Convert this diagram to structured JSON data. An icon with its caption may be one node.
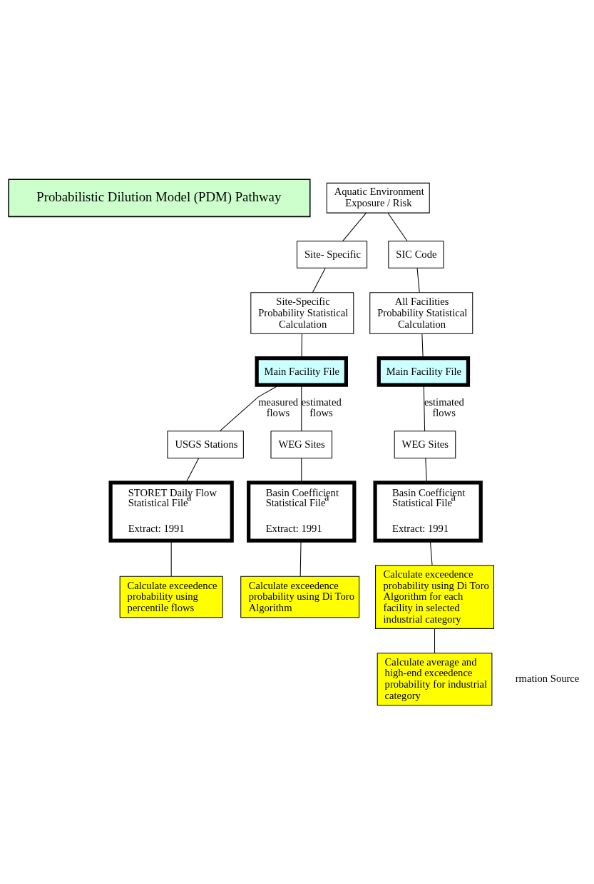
{
  "diagram": {
    "nodes": [
      {
        "text": [
          "Probabilistic Dilution Model (PDM) Pathway"
        ]
      },
      {
        "text": [
          "Aquatic Environment Exposure / Risk"
        ]
      },
      {
        "text": [
          "Site- Specific"
        ]
      },
      {
        "text": [
          "SIC Code"
        ]
      },
      {
        "text": [
          "Site-Specific Probability Statistical Calculation"
        ]
      },
      {
        "text": [
          "All Facilities Probability Statistical Calculation"
        ]
      },
      {
        "text": [
          "Main Facility File"
        ]
      },
      {
        "text": [
          "Main Facility File"
        ]
      },
      {
        "text": [
          "USGS Stations"
        ]
      },
      {
        "text": [
          "WEG Sites"
        ]
      },
      {
        "text": [
          "WEG Sites"
        ]
      },
      {
        "text": [
          "STORET Daily Flow Statistical File$^{a}$",
          "Extract: 1991"
        ]
      },
      {
        "text": [
          "Basin Coefficient Statistical File$^{a}$",
          "Extract: 1991"
        ]
      },
      {
        "text": [
          "Basin Coefficient Statistical File$^{a}$",
          "Extract: 1991"
        ]
      },
      {
        "text": [
          "Calculate exceedence probability using percentile flows"
        ]
      },
      {
        "text": [
          "Calculate exceedence probability using Di Toro Algorithm"
        ]
      },
      {
        "text": [
          "Calculate exceedence probability using Di Toro Algorithm for each facility in selected industrial category"
        ]
      },
      {
        "text": [
          "Calculate average and high-end exceedence probability for industrial category"
        ]
      }
    ],
    "edges": [
      {
        "from": 1,
        "to": 2,
        "arrow": "none"
      },
      {
        "from": 1,
        "to": 3,
        "arrow": "none"
      },
      {
        "from": 2,
        "to": 4,
        "arrow": "none"
      },
      {
        "from": 3,
        "to": 5,
        "arrow": "none"
      },
      {
        "from": 4,
        "to": 6,
        "arrow": "none"
      },
      {
        "from": 5,
        "to": 7,
        "arrow": "none"
      },
      {
        "from": 6,
        "to": 8,
        "arrow": "none",
        "label": "measured flows"
      },
      {
        "from": 6,
        "to": 9,
        "arrow": "none",
        "label": "estimated flows"
      },
      {
        "from": 7,
        "to": 10,
        "arrow": "none",
        "label": "estimated flows"
      },
      {
        "from": 8,
        "to": 11,
        "arrow": "none"
      },
      {
        "from": 9,
        "to": 12,
        "arrow": "none"
      },
      {
        "from": 10,
        "to": 13,
        "arrow": "none"
      },
      {
        "from": 11,
        "to": 14,
        "arrow": "none"
      },
      {
        "from": 12,
        "to": 15,
        "arrow": "none"
      },
      {
        "from": 13,
        "to": 16,
        "arrow": "none"
      },
      {
        "from": 16,
        "to": 17,
        "arrow": "none"
      }
    ],
    "labels": [
      "rmation Source"
    ]
  }
}
